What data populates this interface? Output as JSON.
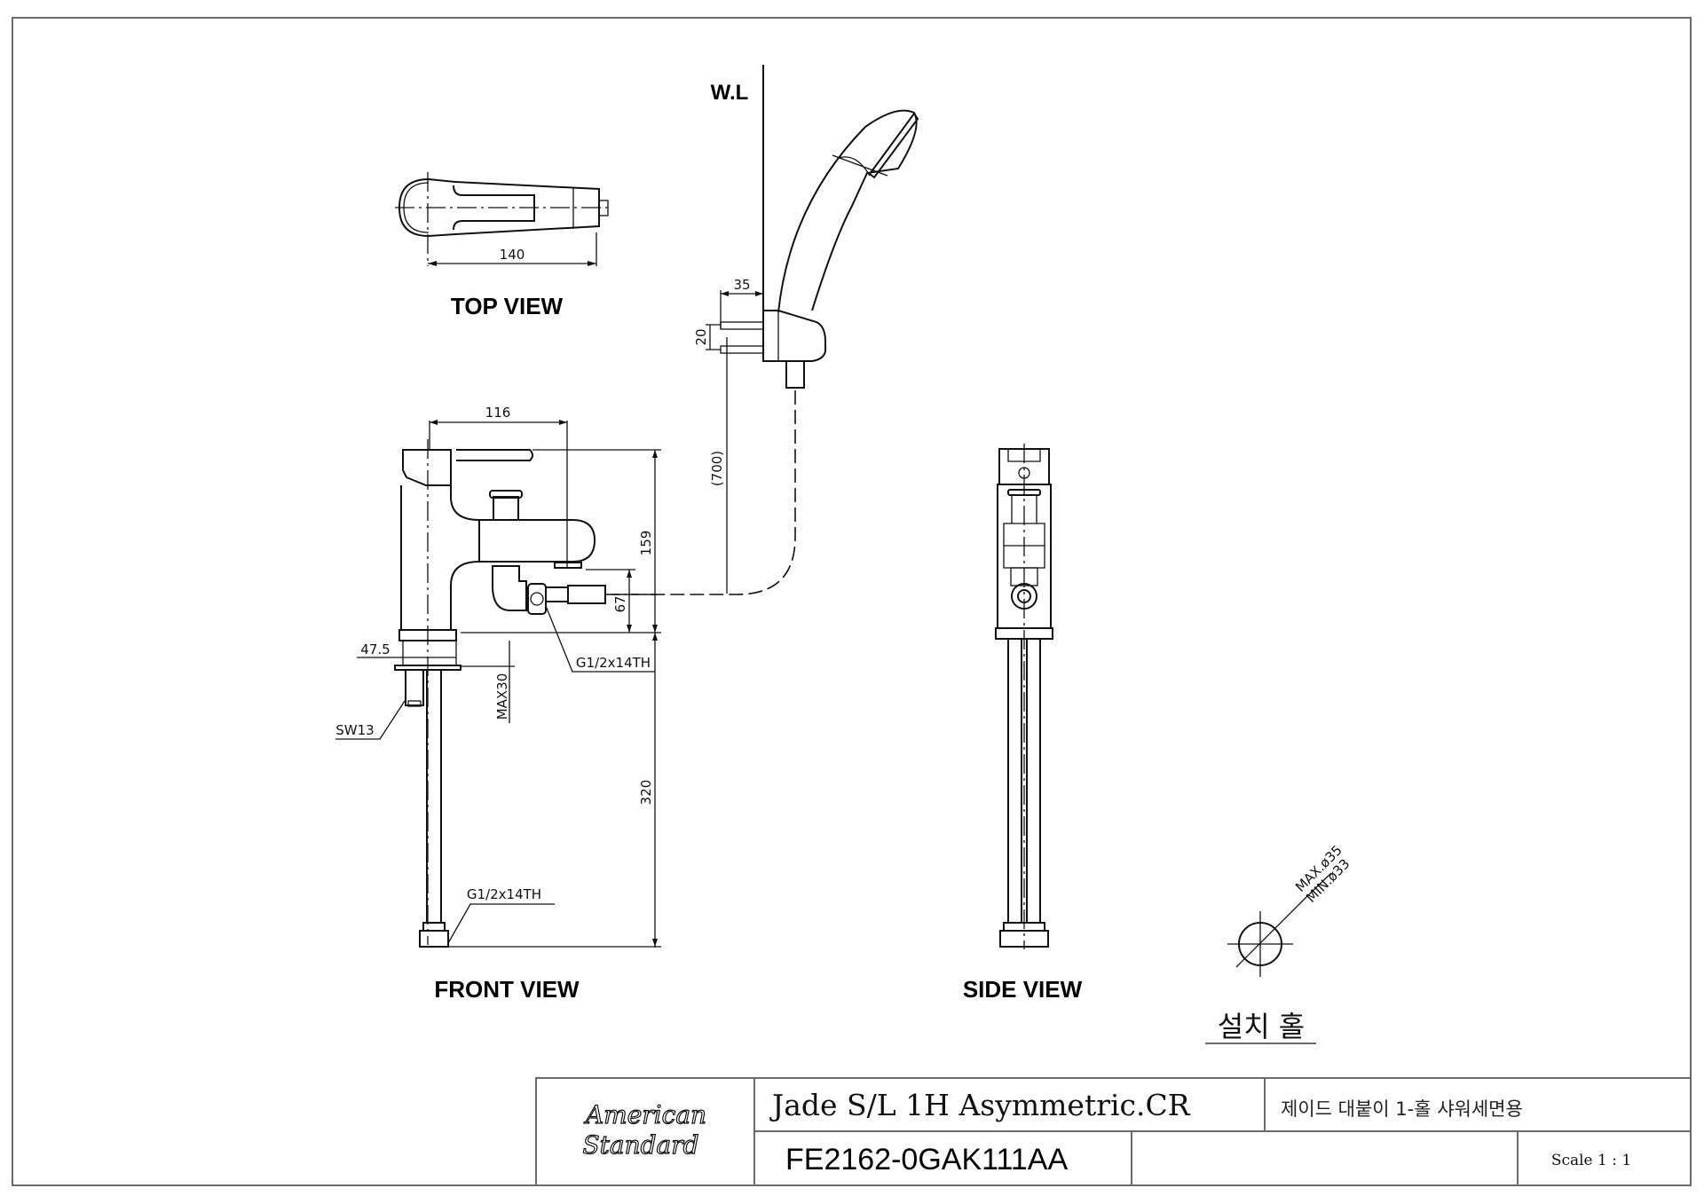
{
  "drawing": {
    "views": {
      "top_view_label": "TOP VIEW",
      "front_view_label": "FRONT VIEW",
      "side_view_label": "SIDE VIEW",
      "wall_line_label": "W.L"
    },
    "dimensions": {
      "top_width": "140",
      "front_width": "116",
      "height_total": "159",
      "outlet_height": "67",
      "hose_length": "(700)",
      "holder_offset": "35",
      "holder_spacing": "20",
      "shank_offset": "47.5",
      "deck_thickness": "MAX30",
      "supply_length": "320",
      "wrench_size": "SW13",
      "outlet_thread": "G1/2x14TH",
      "supply_thread": "G1/2x14TH"
    },
    "install_hole": {
      "max_dia": "MAX.ø35",
      "min_dia": "MIN.ø33",
      "label": "설치 홀"
    }
  },
  "title_block": {
    "brand_line1": "American",
    "brand_line2": "Standard",
    "product_name": "Jade S/L 1H Asymmetric.CR",
    "product_name_kr": "제이드 대붙이 1-홀 샤워세면용",
    "model_code": "FE2162-0GAK111AA",
    "notes": "",
    "scale": "Scale 1 : 1"
  }
}
